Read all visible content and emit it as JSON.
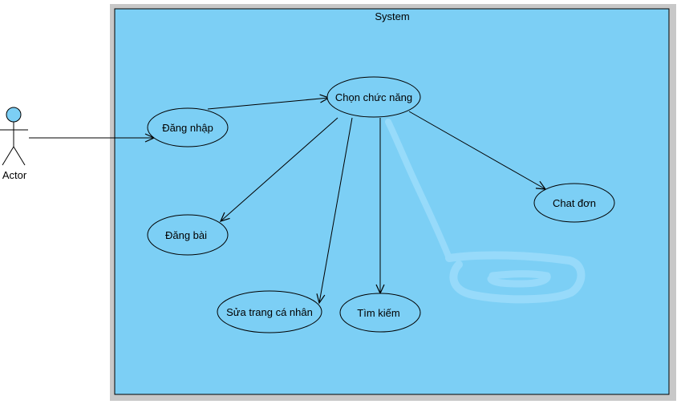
{
  "diagram": {
    "type": "use-case",
    "system_label": "System",
    "actor_label": "Actor",
    "use_cases": {
      "login": "Đăng nhập",
      "choose_function": "Chọn chức năng",
      "post": "Đăng bài",
      "edit_profile": "Sửa trang cá nhân",
      "search": "Tìm kiếm",
      "chat": "Chat đơn"
    },
    "relations": [
      {
        "from": "actor",
        "to": "login"
      },
      {
        "from": "login",
        "to": "choose_function"
      },
      {
        "from": "choose_function",
        "to": "post"
      },
      {
        "from": "choose_function",
        "to": "edit_profile"
      },
      {
        "from": "choose_function",
        "to": "search"
      },
      {
        "from": "choose_function",
        "to": "chat"
      }
    ]
  },
  "colors": {
    "system_fill": "#7ccff5",
    "system_frame": "#c8c8c8",
    "usecase_fill": "#7ccff5",
    "actor_head": "#7ccff5",
    "line": "#000000",
    "scribble": "#9adcfb"
  }
}
